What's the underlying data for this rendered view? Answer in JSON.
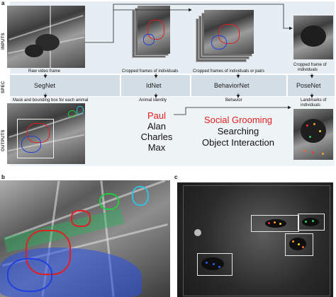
{
  "panels": {
    "a": "a",
    "b": "b",
    "c": "c"
  },
  "rows": {
    "inputs": "INPUTS",
    "spec": "SPEC",
    "outputs": "OUTPUTS"
  },
  "captions": {
    "raw_frame": "Raw video frame",
    "cropped_individuals": "Cropped frames of individuals",
    "cropped_pairs": "Cropped frames of individuals or pairs",
    "cropped_frame": "Cropped frame of",
    "cropped_frame_line2": "individuals",
    "mask_bbox": "Mask and bounding box for each animal",
    "animal_identity": "Animal identity",
    "behavior": "Behavior",
    "landmarks": "Landmarks of",
    "landmarks_line2": "individuals"
  },
  "networks": {
    "segnet": "SegNet",
    "idnet": "IdNet",
    "behaviornet": "BehaviorNet",
    "posenet": "PoseNet"
  },
  "identities": [
    "Paul",
    "Alan",
    "Charles",
    "Max"
  ],
  "behaviors": [
    "Social Grooming",
    "Searching",
    "Object Interaction"
  ],
  "colors": {
    "highlight": "#e02020",
    "mask_red": "#e02020",
    "mask_blue": "#2040e0",
    "mask_green": "#20d040",
    "mask_cyan": "#30c0e0",
    "band_light": "#e6eef3",
    "band_spec": "#d3dde6"
  }
}
